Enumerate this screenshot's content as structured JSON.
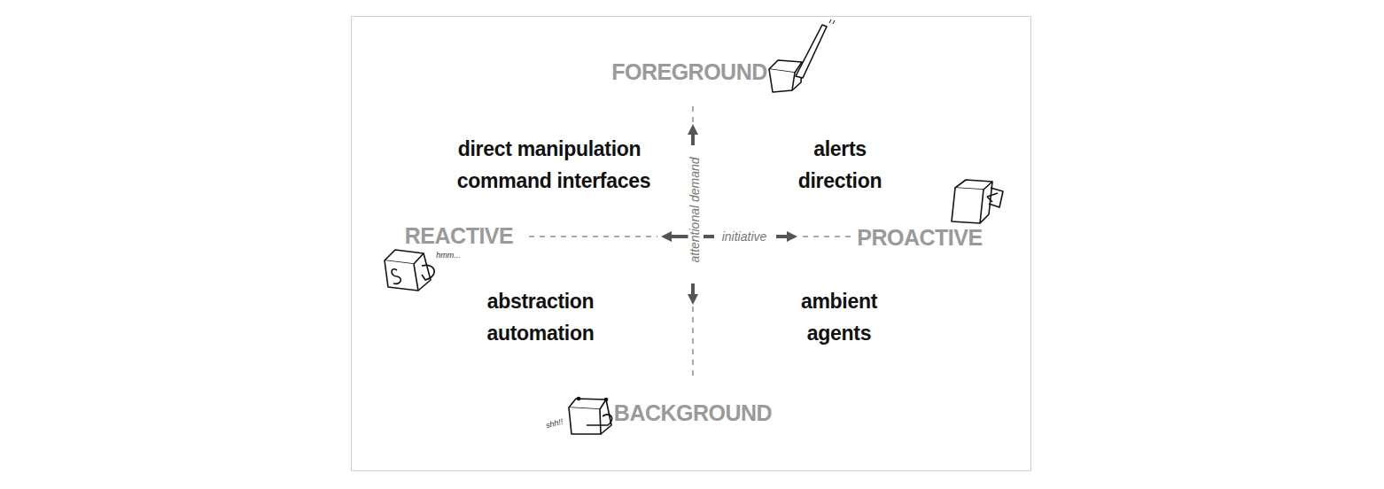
{
  "diagram": {
    "labels": [
      "FOREGROUND",
      "direct manipulation",
      "command interfaces",
      "alerts",
      "direction",
      "REACTIVE",
      "hmm...",
      "attentional demand",
      "initiative",
      "PROACTIVE",
      "abstraction",
      "automation",
      "ambient",
      "agents",
      "shh!!",
      "BACKGROUND"
    ]
  }
}
